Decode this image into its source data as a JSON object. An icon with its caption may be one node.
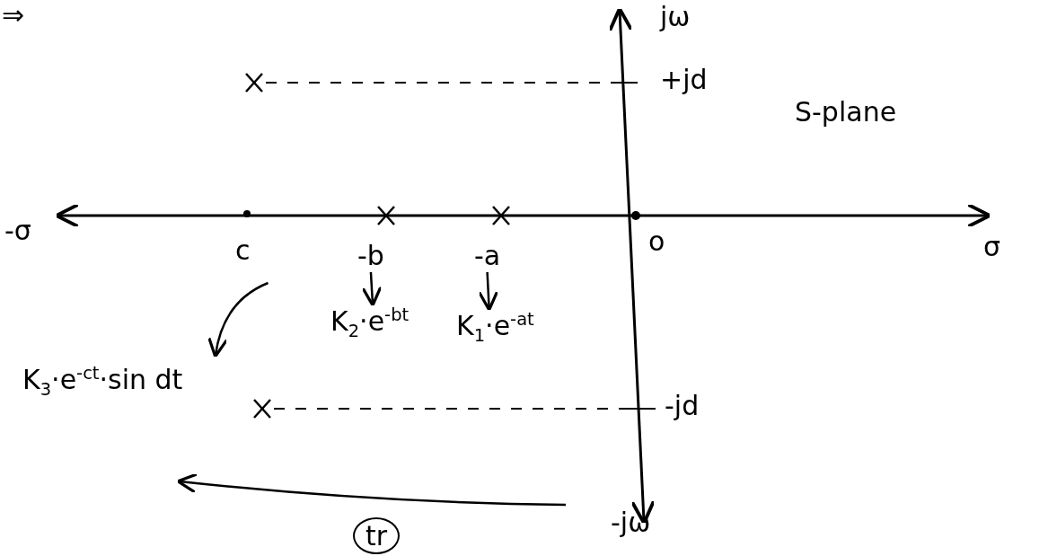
{
  "diagram": {
    "nodes": [
      {
        "text": [
          "-b"
        ]
      },
      {
        "text": [
          "K$_{2}$·e$^{-bt}$"
        ]
      },
      {
        "text": [
          "-a"
        ]
      },
      {
        "text": [
          "K$_{1}$·e$^{-at}$"
        ]
      },
      {
        "text": [
          "c"
        ]
      },
      {
        "text": [
          "K$_{3}$·e$^{-ct}$·sin dt"
        ]
      },
      {
        "text": [
          "tr"
        ]
      }
    ],
    "edges": [
      {
        "from": 0,
        "to": 1,
        "arrow": "to"
      },
      {
        "from": 2,
        "to": 3,
        "arrow": "to"
      },
      {
        "from": 4,
        "to": 5,
        "arrow": "to"
      }
    ],
    "labels": [
      "⇒",
      "jω",
      "+jd",
      "S-plane",
      "-σ",
      "o",
      "σ",
      "-jd",
      "-jω"
    ]
  }
}
